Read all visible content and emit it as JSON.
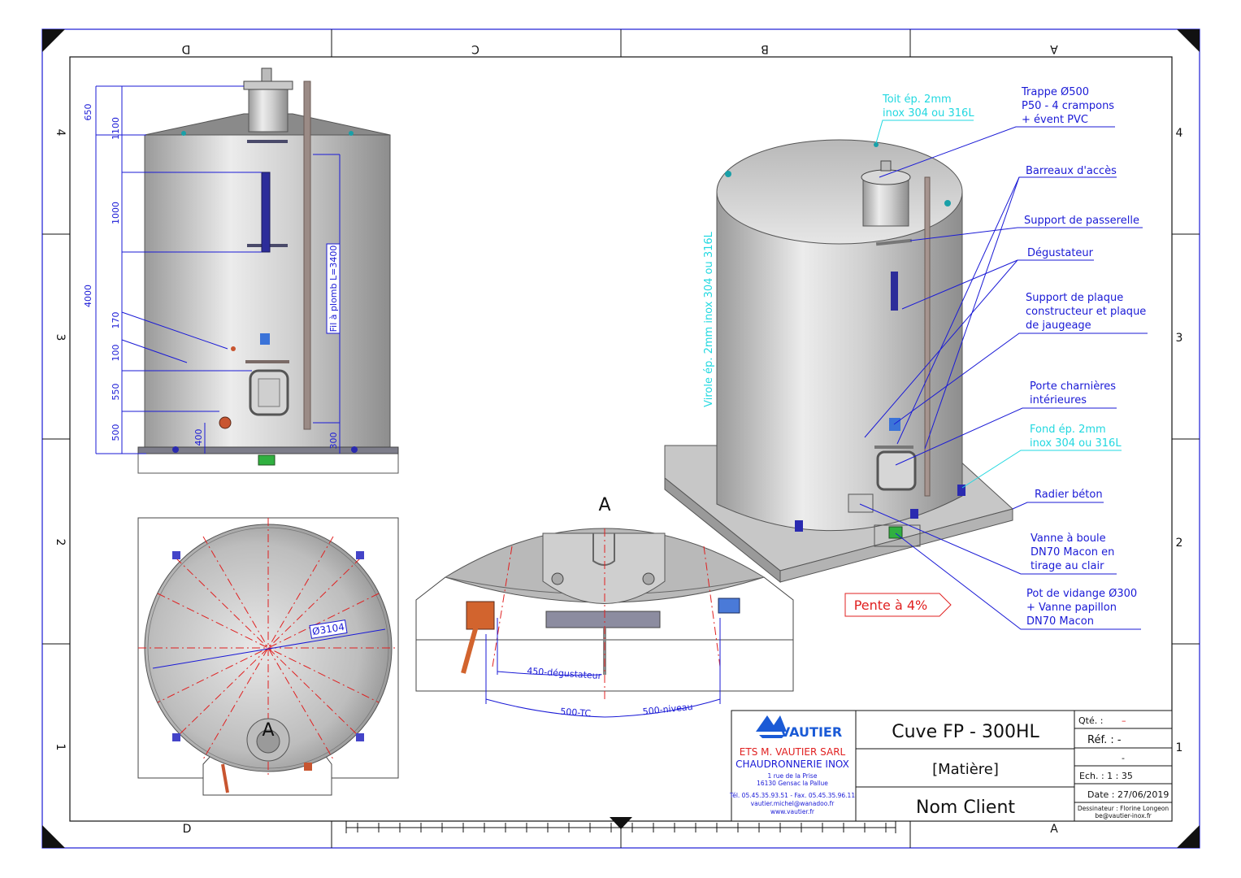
{
  "frame": {
    "top_labels": [
      "D",
      "C",
      "B",
      "A"
    ],
    "bottom_labels": [
      "D",
      "A"
    ],
    "side_labels": [
      "4",
      "3",
      "2",
      "1"
    ]
  },
  "front_view": {
    "dims_left": [
      "650",
      "1100",
      "1000",
      "4000",
      "170",
      "100",
      "550",
      "500",
      "400"
    ],
    "dims_right": [
      "300"
    ],
    "wire_label": "Fil à plomb L=3400"
  },
  "top_view": {
    "diameter": "Ø3104",
    "section_mark": "A"
  },
  "section_a": {
    "title": "A",
    "dim_1": "450-dégustateur",
    "dim_2": "500-TC",
    "dim_3": "500-niveau"
  },
  "iso_view": {
    "shell_note": "Virole ép. 2mm inox 304 ou 316L",
    "roof_note": [
      "Toit ép. 2mm",
      "inox 304 ou 316L"
    ],
    "bottom_note": [
      "Fond ép. 2mm",
      "inox 304 ou 316L"
    ],
    "callouts": [
      [
        "Trappe Ø500",
        "P50 - 4 crampons",
        "+ évent PVC"
      ],
      [
        "Barreaux d'accès"
      ],
      [
        "Support de passerelle"
      ],
      [
        "Dégustateur"
      ],
      [
        "Support de plaque",
        "constructeur et plaque",
        "de jaugeage"
      ],
      [
        "Porte charnières",
        "intérieures"
      ],
      [
        "Radier béton"
      ],
      [
        "Vanne à boule",
        "DN70 Macon en",
        "tirage au clair"
      ],
      [
        "Pot de vidange Ø300",
        "+ Vanne papillon",
        "DN70 Macon"
      ]
    ],
    "slope": "Pente à 4%"
  },
  "title_block": {
    "logo_text": "VAUTIER",
    "company": "ETS M. VAUTIER SARL",
    "trade": "CHAUDRONNERIE INOX",
    "address_1": "1 rue de la Prise",
    "address_2": "16130 Gensac la Pallue",
    "phone": "Tél. 05.45.35.93.51 - Fax. 05.45.35.96.11",
    "email": "vautier.michel@wanadoo.fr",
    "web": "www.vautier.fr",
    "title": "Cuve FP - 300HL",
    "material": "[Matière]",
    "client": "Nom Client",
    "qty_label": "Qté. :",
    "qty_value": "–",
    "ref_label": "Réf. : -",
    "ref_blank": "-",
    "scale": "Ech. :   1 : 35",
    "date": "Date : 27/06/2019",
    "designer": "Dessinateur : Florine Longeon",
    "designer_email": "be@vautier-inox.fr"
  },
  "colors": {
    "frame_blue": "#1a1ad6",
    "note_cyan": "#22d8e0",
    "axis_red": "#e02020",
    "steel": "#c9c9c9"
  }
}
